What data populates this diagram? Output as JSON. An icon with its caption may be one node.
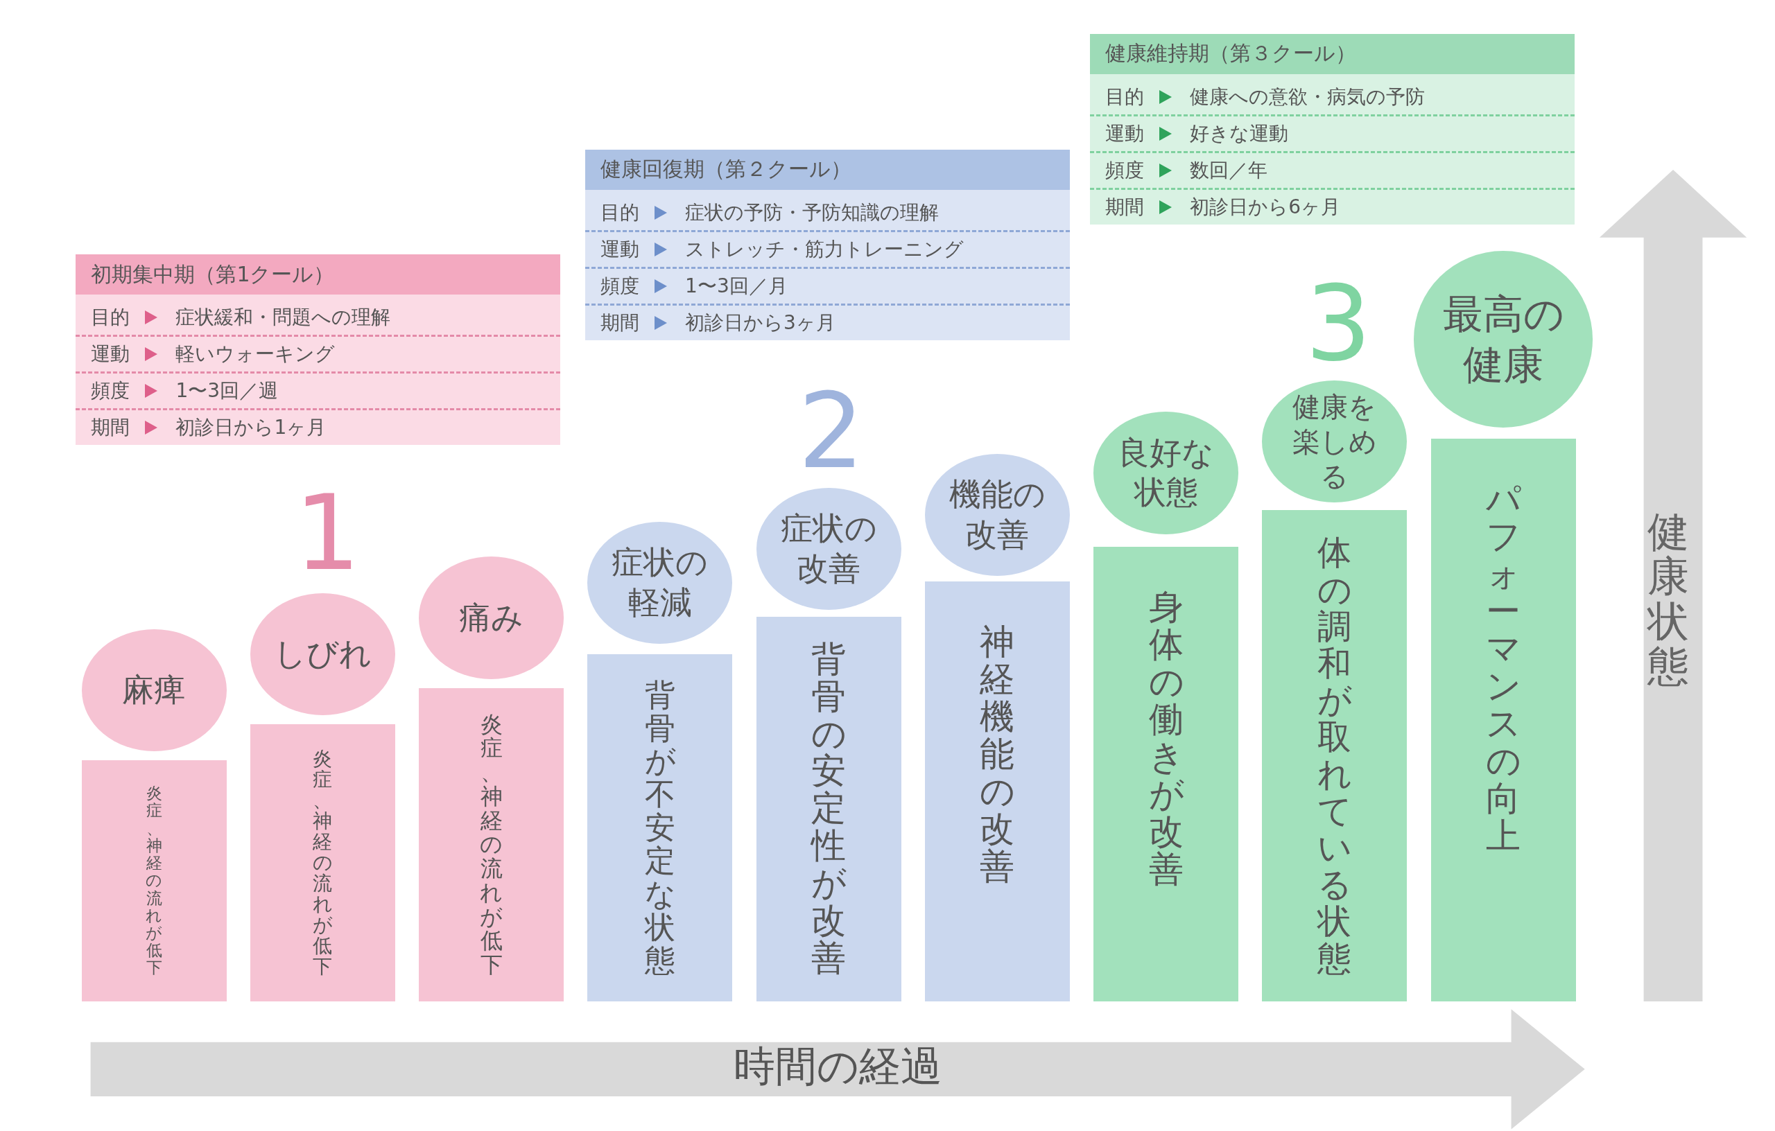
{
  "diagram": {
    "nodes": [
      {
        "text": [
          "初期集中期（第1クール）",
          "目的",
          "症状緩和・問題への理解",
          "運動",
          "軽いウォーキング",
          "頻度",
          "1〜3回／週",
          "期間",
          "初診日から1ヶ月"
        ]
      },
      {
        "text": [
          "健康回復期（第２クール）",
          "目的",
          "症状の予防・予防知識の理解",
          "運動",
          "ストレッチ・筋力トレーニング",
          "頻度",
          "1〜3回／月",
          "期間",
          "初診日から3ヶ月"
        ]
      },
      {
        "text": [
          "健康維持期（第３クール）",
          "目的",
          "健康への意欲・病気の予防",
          "運動",
          "好きな運動",
          "頻度",
          "数回／年",
          "期間",
          "初診日から6ヶ月"
        ]
      },
      {
        "text": [
          "麻痺"
        ]
      },
      {
        "text": [
          "炎症、神経の流れが低下"
        ]
      },
      {
        "text": [
          "しびれ"
        ]
      },
      {
        "text": [
          "炎症、神経の流れが低下"
        ]
      },
      {
        "text": [
          "痛み"
        ]
      },
      {
        "text": [
          "炎症、神経の流れが低下"
        ]
      },
      {
        "text": [
          "症状の軽減"
        ]
      },
      {
        "text": [
          "背骨が不安定な状態"
        ]
      },
      {
        "text": [
          "症状の改善"
        ]
      },
      {
        "text": [
          "背骨の安定性が改善"
        ]
      },
      {
        "text": [
          "機能の改善"
        ]
      },
      {
        "text": [
          "神経機能の改善"
        ]
      },
      {
        "text": [
          "良好な状態"
        ]
      },
      {
        "text": [
          "身体の働きが改善"
        ]
      },
      {
        "text": [
          "健康を楽しめる"
        ]
      },
      {
        "text": [
          "体の調和が取れている状態"
        ]
      },
      {
        "text": [
          "最高の健康"
        ]
      },
      {
        "text": [
          "パフォーマンスの向上"
        ]
      }
    ],
    "edges": [],
    "labels": [
      "1",
      "2",
      "3",
      "時間の経過",
      "健康状態"
    ]
  }
}
